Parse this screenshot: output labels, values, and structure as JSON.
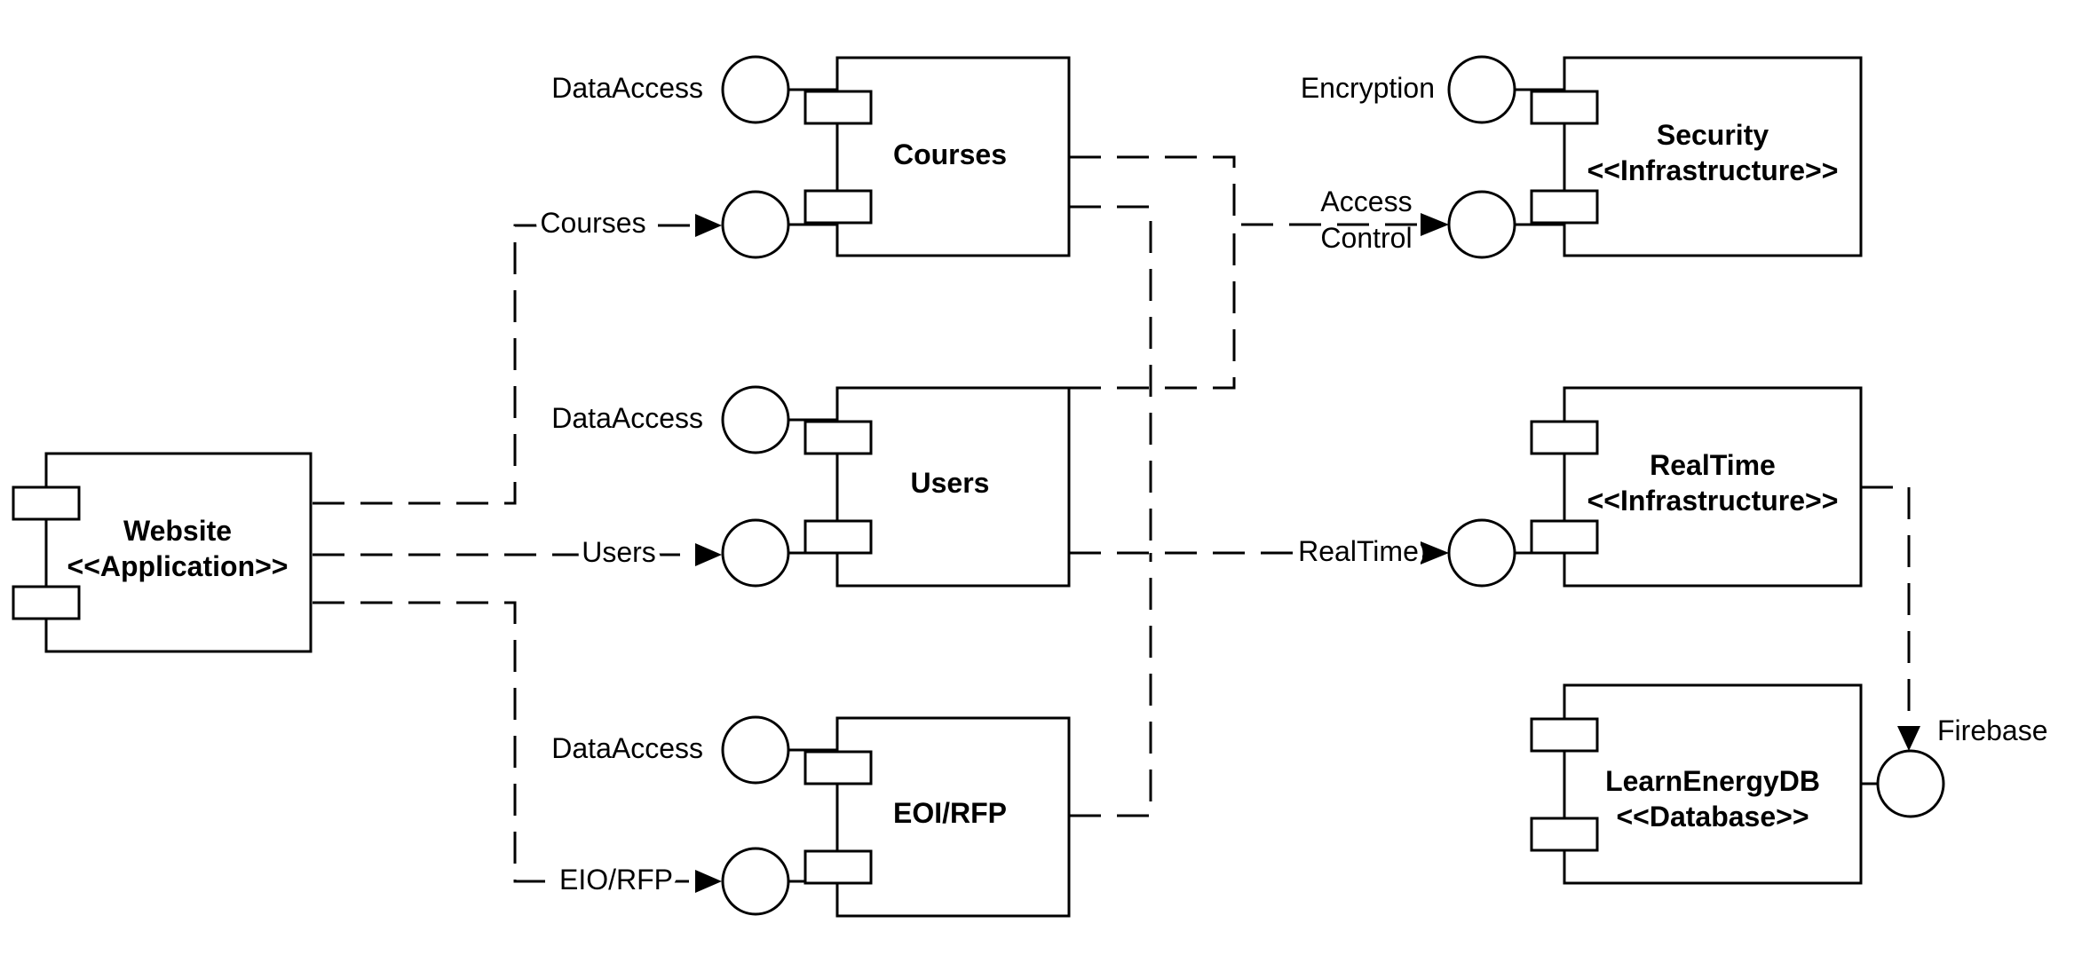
{
  "components": {
    "courses": {
      "name": "Courses"
    },
    "users": {
      "name": "Users"
    },
    "eoi_rfp": {
      "name": "EOI/RFP"
    },
    "website": {
      "name": "Website",
      "stereotype": "<<Application>>"
    },
    "security": {
      "name": "Security",
      "stereotype": "<<Infrastructure>>"
    },
    "realtime": {
      "name": "RealTime",
      "stereotype": "<<Infrastructure>>"
    },
    "learnenergydb": {
      "name": "LearnEnergyDB",
      "stereotype": "<<Database>>"
    }
  },
  "interfaces": {
    "courses_dataaccess": "DataAccess",
    "courses_courses": "Courses",
    "users_dataaccess": "DataAccess",
    "users_users": "Users",
    "eoi_dataaccess": "DataAccess",
    "eoi_eiorfp": "EIO/RFP",
    "security_encryption": "Encryption",
    "security_access_line1": "Access",
    "security_access_line2": "Control",
    "realtime_realtime": "RealTime",
    "db_firebase": "Firebase"
  }
}
